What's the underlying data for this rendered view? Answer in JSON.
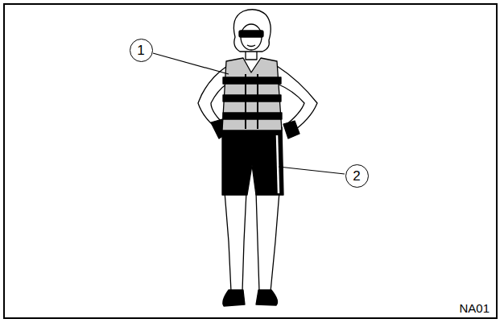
{
  "diagram": {
    "nodes": [
      {
        "text": [
          "1"
        ]
      },
      {
        "text": [
          "2"
        ]
      }
    ],
    "labels": [
      "NA01"
    ]
  }
}
